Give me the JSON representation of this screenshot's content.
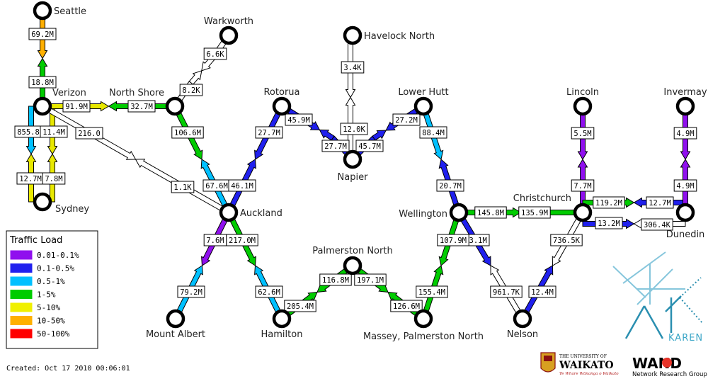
{
  "nodes": [
    {
      "id": "seattle",
      "label": "Seattle"
    },
    {
      "id": "verizon",
      "label": "Verizon"
    },
    {
      "id": "sydney",
      "label": "Sydney"
    },
    {
      "id": "northshore",
      "label": "North Shore"
    },
    {
      "id": "warkworth",
      "label": "Warkworth"
    },
    {
      "id": "auckland",
      "label": "Auckland"
    },
    {
      "id": "rotorua",
      "label": "Rotorua"
    },
    {
      "id": "havelock",
      "label": "Havelock North"
    },
    {
      "id": "napier",
      "label": "Napier"
    },
    {
      "id": "lowerhutt",
      "label": "Lower Hutt"
    },
    {
      "id": "wellington",
      "label": "Wellington"
    },
    {
      "id": "christchurch",
      "label": "Christchurch"
    },
    {
      "id": "lincoln",
      "label": "Lincoln"
    },
    {
      "id": "invermay",
      "label": "Invermay"
    },
    {
      "id": "dunedin",
      "label": "Dunedin"
    },
    {
      "id": "nelson",
      "label": "Nelson"
    },
    {
      "id": "mtalbert",
      "label": "Mount Albert"
    },
    {
      "id": "hamilton",
      "label": "Hamilton"
    },
    {
      "id": "pnorth",
      "label": "Palmerston North"
    },
    {
      "id": "massey",
      "label": "Massey, Palmerston North"
    }
  ],
  "links": [
    {
      "from": "seattle",
      "to": "verizon",
      "ab": "69.2M",
      "ba": "18.8M",
      "ab_color": "#ffb000",
      "ba_color": "#00cc00"
    },
    {
      "from": "verizon",
      "to": "sydney",
      "ab": "855.8",
      "ba": "12.7M",
      "ab_color": "#00c0ff",
      "ba_color": "#e8e800"
    },
    {
      "from": "verizon",
      "to": "sydney",
      "ab": "11.4M",
      "ba": "7.8M",
      "ab_color": "#e8e800",
      "ba_color": "#e8e800"
    },
    {
      "from": "verizon",
      "to": "northshore",
      "ab": "91.9M",
      "ba": "32.7M",
      "ab_color": "#e8e800",
      "ba_color": "#00cc00"
    },
    {
      "from": "verizon",
      "to": "auckland",
      "ab": "216.0",
      "ba": "1.1K",
      "ab_color": "#ffffff",
      "ba_color": "#ffffff"
    },
    {
      "from": "northshore",
      "to": "warkworth",
      "ab": "8.2K",
      "ba": "6.6K",
      "ab_color": "#ffffff",
      "ba_color": "#ffffff"
    },
    {
      "from": "northshore",
      "to": "auckland",
      "ab": "106.6M",
      "ba": "67.6M",
      "ab_color": "#00cc00",
      "ba_color": "#00c0ff"
    },
    {
      "from": "rotorua",
      "to": "auckland",
      "ab": "27.7M",
      "ba": "46.1M",
      "ab_color": "#2020ee",
      "ba_color": "#2020ee"
    },
    {
      "from": "rotorua",
      "to": "napier",
      "ab": "45.9M",
      "ba": "27.7M",
      "ab_color": "#2020ee",
      "ba_color": "#2020ee"
    },
    {
      "from": "havelock",
      "to": "napier",
      "ab": "3.4K",
      "ba": "12.0K",
      "ab_color": "#ffffff",
      "ba_color": "#ffffff"
    },
    {
      "from": "lowerhutt",
      "to": "napier",
      "ab": "27.2M",
      "ba": "45.7M",
      "ab_color": "#2020ee",
      "ba_color": "#2020ee"
    },
    {
      "from": "lowerhutt",
      "to": "wellington",
      "ab": "88.4M",
      "ba": "20.7M",
      "ab_color": "#00c0ff",
      "ba_color": "#2020ee"
    },
    {
      "from": "wellington",
      "to": "christchurch",
      "ab": "145.8M",
      "ba": "135.9M",
      "ab_color": "#00cc00",
      "ba_color": "#00cc00"
    },
    {
      "from": "lincoln",
      "to": "christchurch",
      "ab": "5.5M",
      "ba": "7.7M",
      "ab_color": "#9010ee",
      "ba_color": "#9010ee"
    },
    {
      "from": "christchurch",
      "to": "dunedin",
      "ab": "119.2M",
      "ba": "12.7M",
      "ab_color": "#00cc00",
      "ba_color": "#2020ee"
    },
    {
      "from": "christchurch",
      "to": "dunedin",
      "ab": "13.2M",
      "ba": "306.4K",
      "ab_color": "#2020ee",
      "ba_color": "#ffffff"
    },
    {
      "from": "invermay",
      "to": "dunedin",
      "ab": "4.9M",
      "ba": "4.9M",
      "ab_color": "#9010ee",
      "ba_color": "#9010ee"
    },
    {
      "from": "christchurch",
      "to": "nelson",
      "ab": "736.5K",
      "ba": "12.4M",
      "ab_color": "#ffffff",
      "ba_color": "#2020ee"
    },
    {
      "from": "wellington",
      "to": "nelson",
      "ab": "13.1M",
      "ba": "961.7K",
      "ab_color": "#2020ee",
      "ba_color": "#ffffff"
    },
    {
      "from": "auckland",
      "to": "mtalbert",
      "ab": "7.6M",
      "ba": "79.2M",
      "ab_color": "#9010ee",
      "ba_color": "#00c0ff"
    },
    {
      "from": "auckland",
      "to": "hamilton",
      "ab": "217.0M",
      "ba": "62.6M",
      "ab_color": "#00cc00",
      "ba_color": "#00c0ff"
    },
    {
      "from": "hamilton",
      "to": "pnorth",
      "ab": "205.4M",
      "ba": "116.8M",
      "ab_color": "#00cc00",
      "ba_color": "#00cc00"
    },
    {
      "from": "pnorth",
      "to": "massey",
      "ab": "197.1M",
      "ba": "126.6M",
      "ab_color": "#00cc00",
      "ba_color": "#00cc00"
    },
    {
      "from": "massey",
      "to": "wellington",
      "ab": "155.4M",
      "ba": "107.9M",
      "ab_color": "#00cc00",
      "ba_color": "#00cc00"
    }
  ],
  "legend": {
    "title": "Traffic Load",
    "items": [
      {
        "label": "0.01-0.1%",
        "color": "#9010ee"
      },
      {
        "label": "0.1-0.5%",
        "color": "#2020ee"
      },
      {
        "label": "0.5-1%",
        "color": "#00c0ff"
      },
      {
        "label": "1-5%",
        "color": "#00cc00"
      },
      {
        "label": "5-10%",
        "color": "#f0f000"
      },
      {
        "label": "10-50%",
        "color": "#ffb000"
      },
      {
        "label": "50-100%",
        "color": "#ff0000"
      }
    ]
  },
  "created": "Created: Oct 17 2010 00:06:01",
  "logos": {
    "karen": "KAREN",
    "waikato_top": "THE UNIVERSITY OF",
    "waikato_name": "WAIKATO",
    "waikato_motto": "Te Whare Wānanga o Waikato",
    "wand_name": "WAND",
    "wand_sub": "Network Research Group"
  }
}
